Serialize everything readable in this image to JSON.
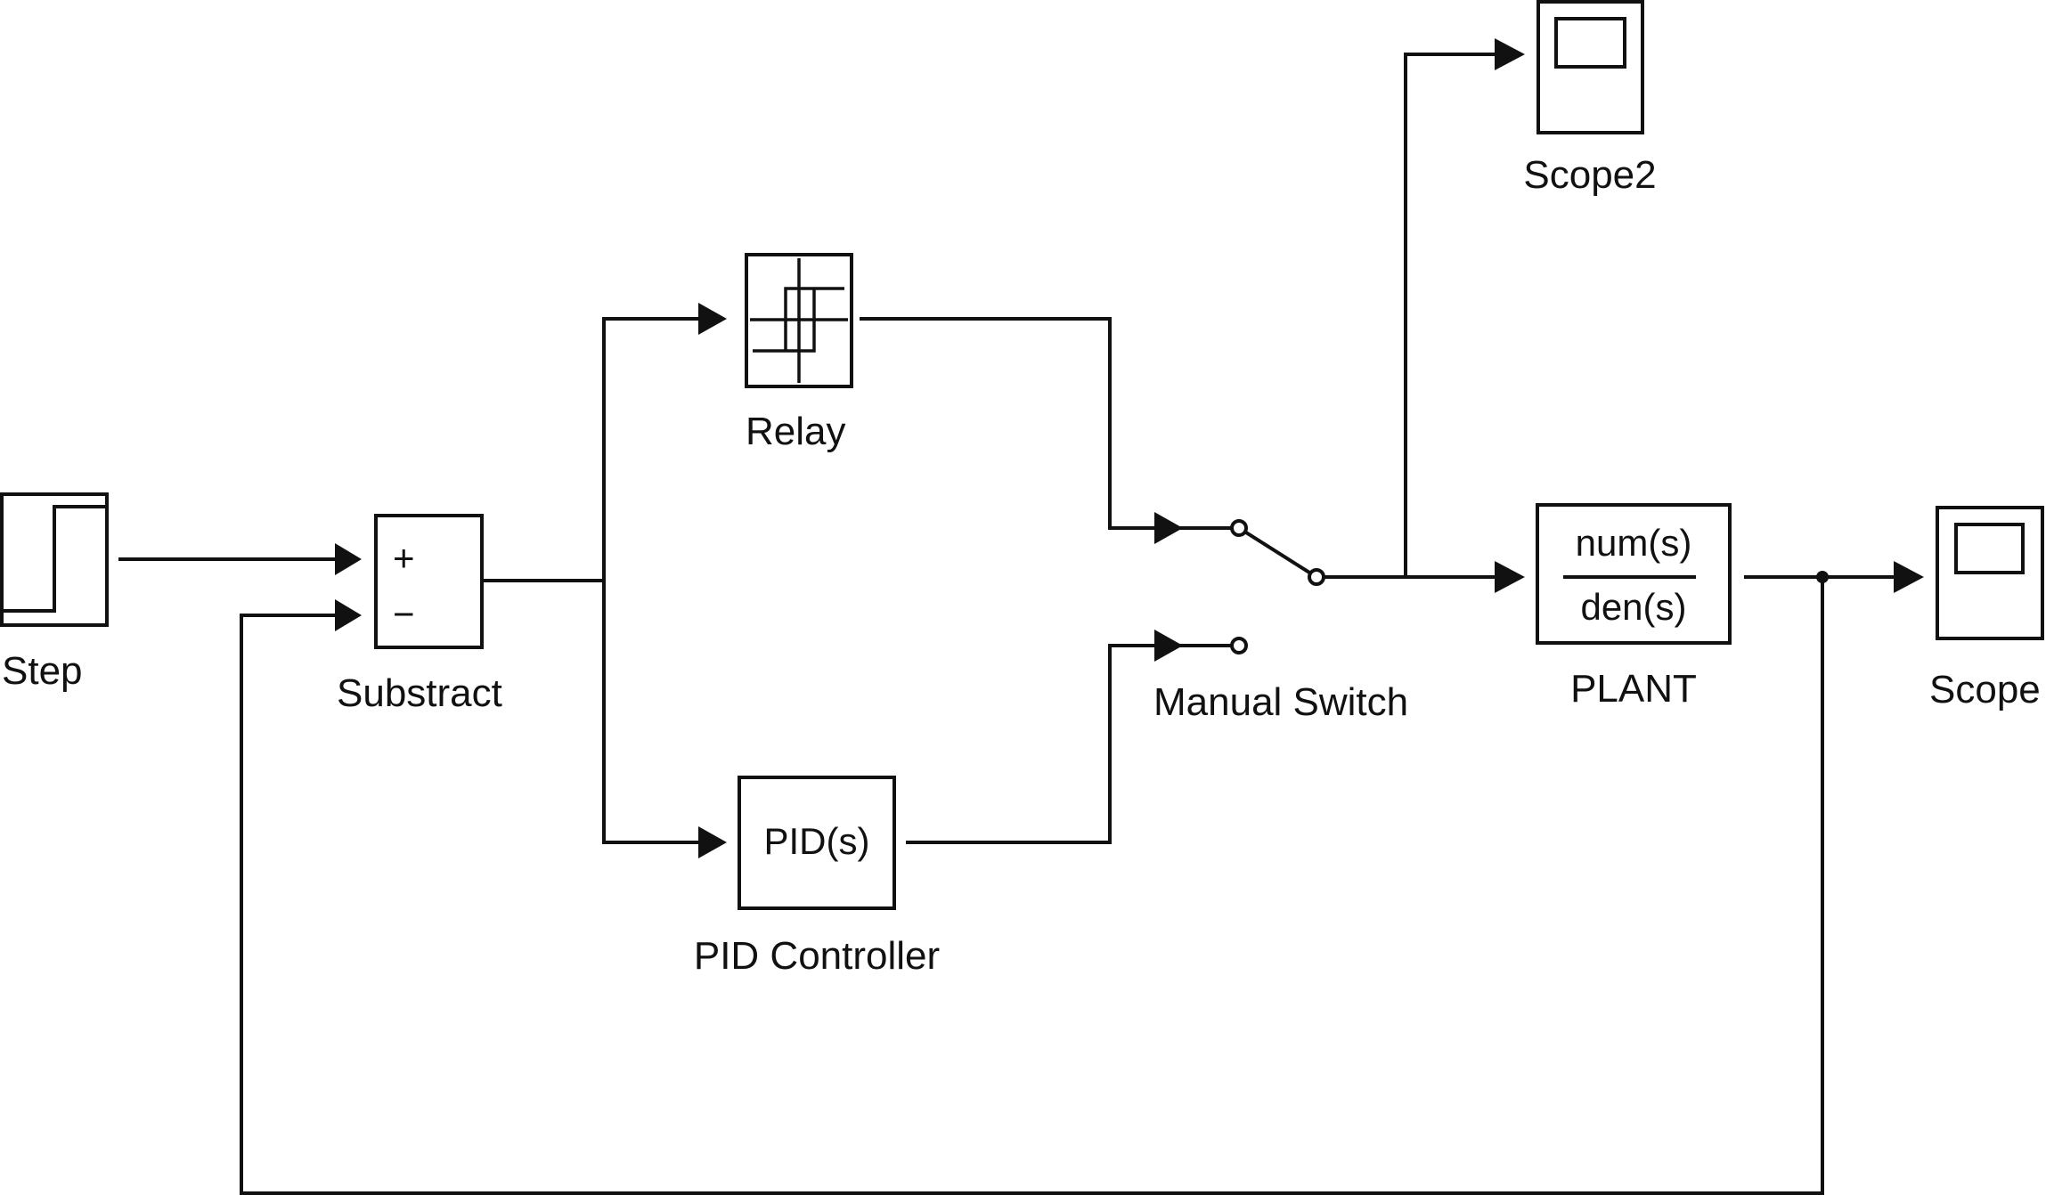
{
  "diagram": {
    "type": "simulink-block-diagram",
    "colors": {
      "line": "#111111",
      "background": "#ffffff"
    },
    "blocks": {
      "step": {
        "label": "Step",
        "icon": "step-signal-icon"
      },
      "subtract": {
        "label": "Substract",
        "plus": "+",
        "minus": "−"
      },
      "relay": {
        "label": "Relay",
        "icon": "relay-hysteresis-icon"
      },
      "pid": {
        "label": "PID Controller",
        "text": "PID(s)"
      },
      "switch": {
        "label": "Manual Switch",
        "icon": "manual-switch-icon"
      },
      "plant": {
        "label": "PLANT",
        "numerator": "num(s)",
        "denominator": "den(s)"
      },
      "scope": {
        "label": "Scope",
        "icon": "scope-icon"
      },
      "scope2": {
        "label": "Scope2",
        "icon": "scope-icon"
      }
    },
    "connections": [
      {
        "from": "Step",
        "to": "Substract (+)"
      },
      {
        "from": "Substract",
        "to": "Relay"
      },
      {
        "from": "Substract",
        "to": "PID Controller"
      },
      {
        "from": "Relay",
        "to": "Manual Switch (input 1)"
      },
      {
        "from": "PID Controller",
        "to": "Manual Switch (input 2)"
      },
      {
        "from": "Manual Switch",
        "to": "PLANT"
      },
      {
        "from": "Manual Switch",
        "to": "Scope2"
      },
      {
        "from": "PLANT",
        "to": "Scope"
      },
      {
        "from": "PLANT",
        "to": "Substract (−)",
        "note": "feedback"
      }
    ]
  }
}
